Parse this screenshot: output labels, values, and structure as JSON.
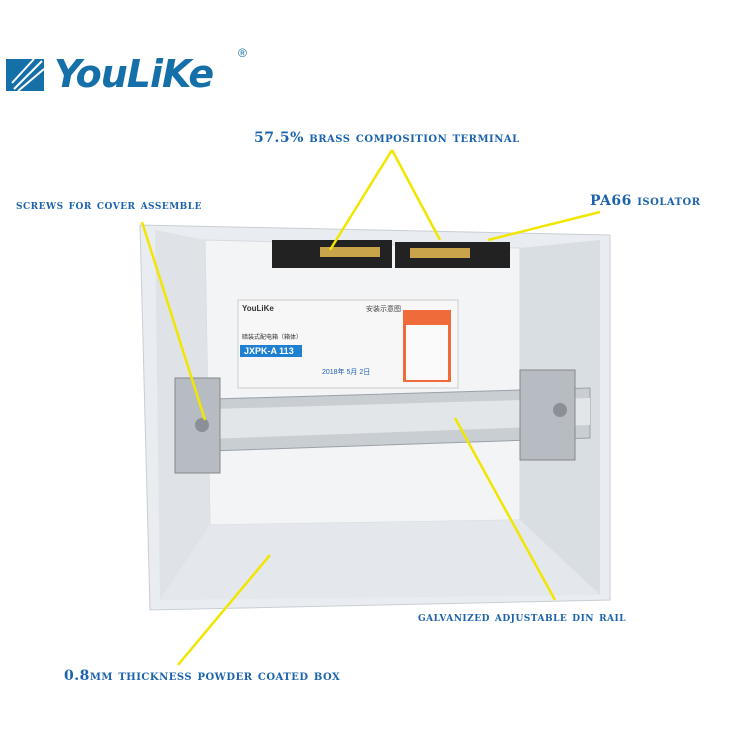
{
  "brand": {
    "name": "YouLiKe",
    "registered_mark": "®"
  },
  "callouts": {
    "terminal": "57.5% brass composition terminal",
    "screws": "screws for cover assemble",
    "isolator": "PA66 isolator",
    "din_rail": "galvanized adjustable din rail",
    "box": "0.8mm thickness powder coated box"
  },
  "product_label": {
    "brand": "YouLiKe",
    "model": "JXPK-A 113",
    "title": "暗装式配电箱（箱体）",
    "diagram_title": "安装示意图",
    "date": "2018年 5月 2日"
  },
  "colors": {
    "brand": "#156fa8",
    "callout": "#1c63ad",
    "leader": "#f2e600"
  }
}
